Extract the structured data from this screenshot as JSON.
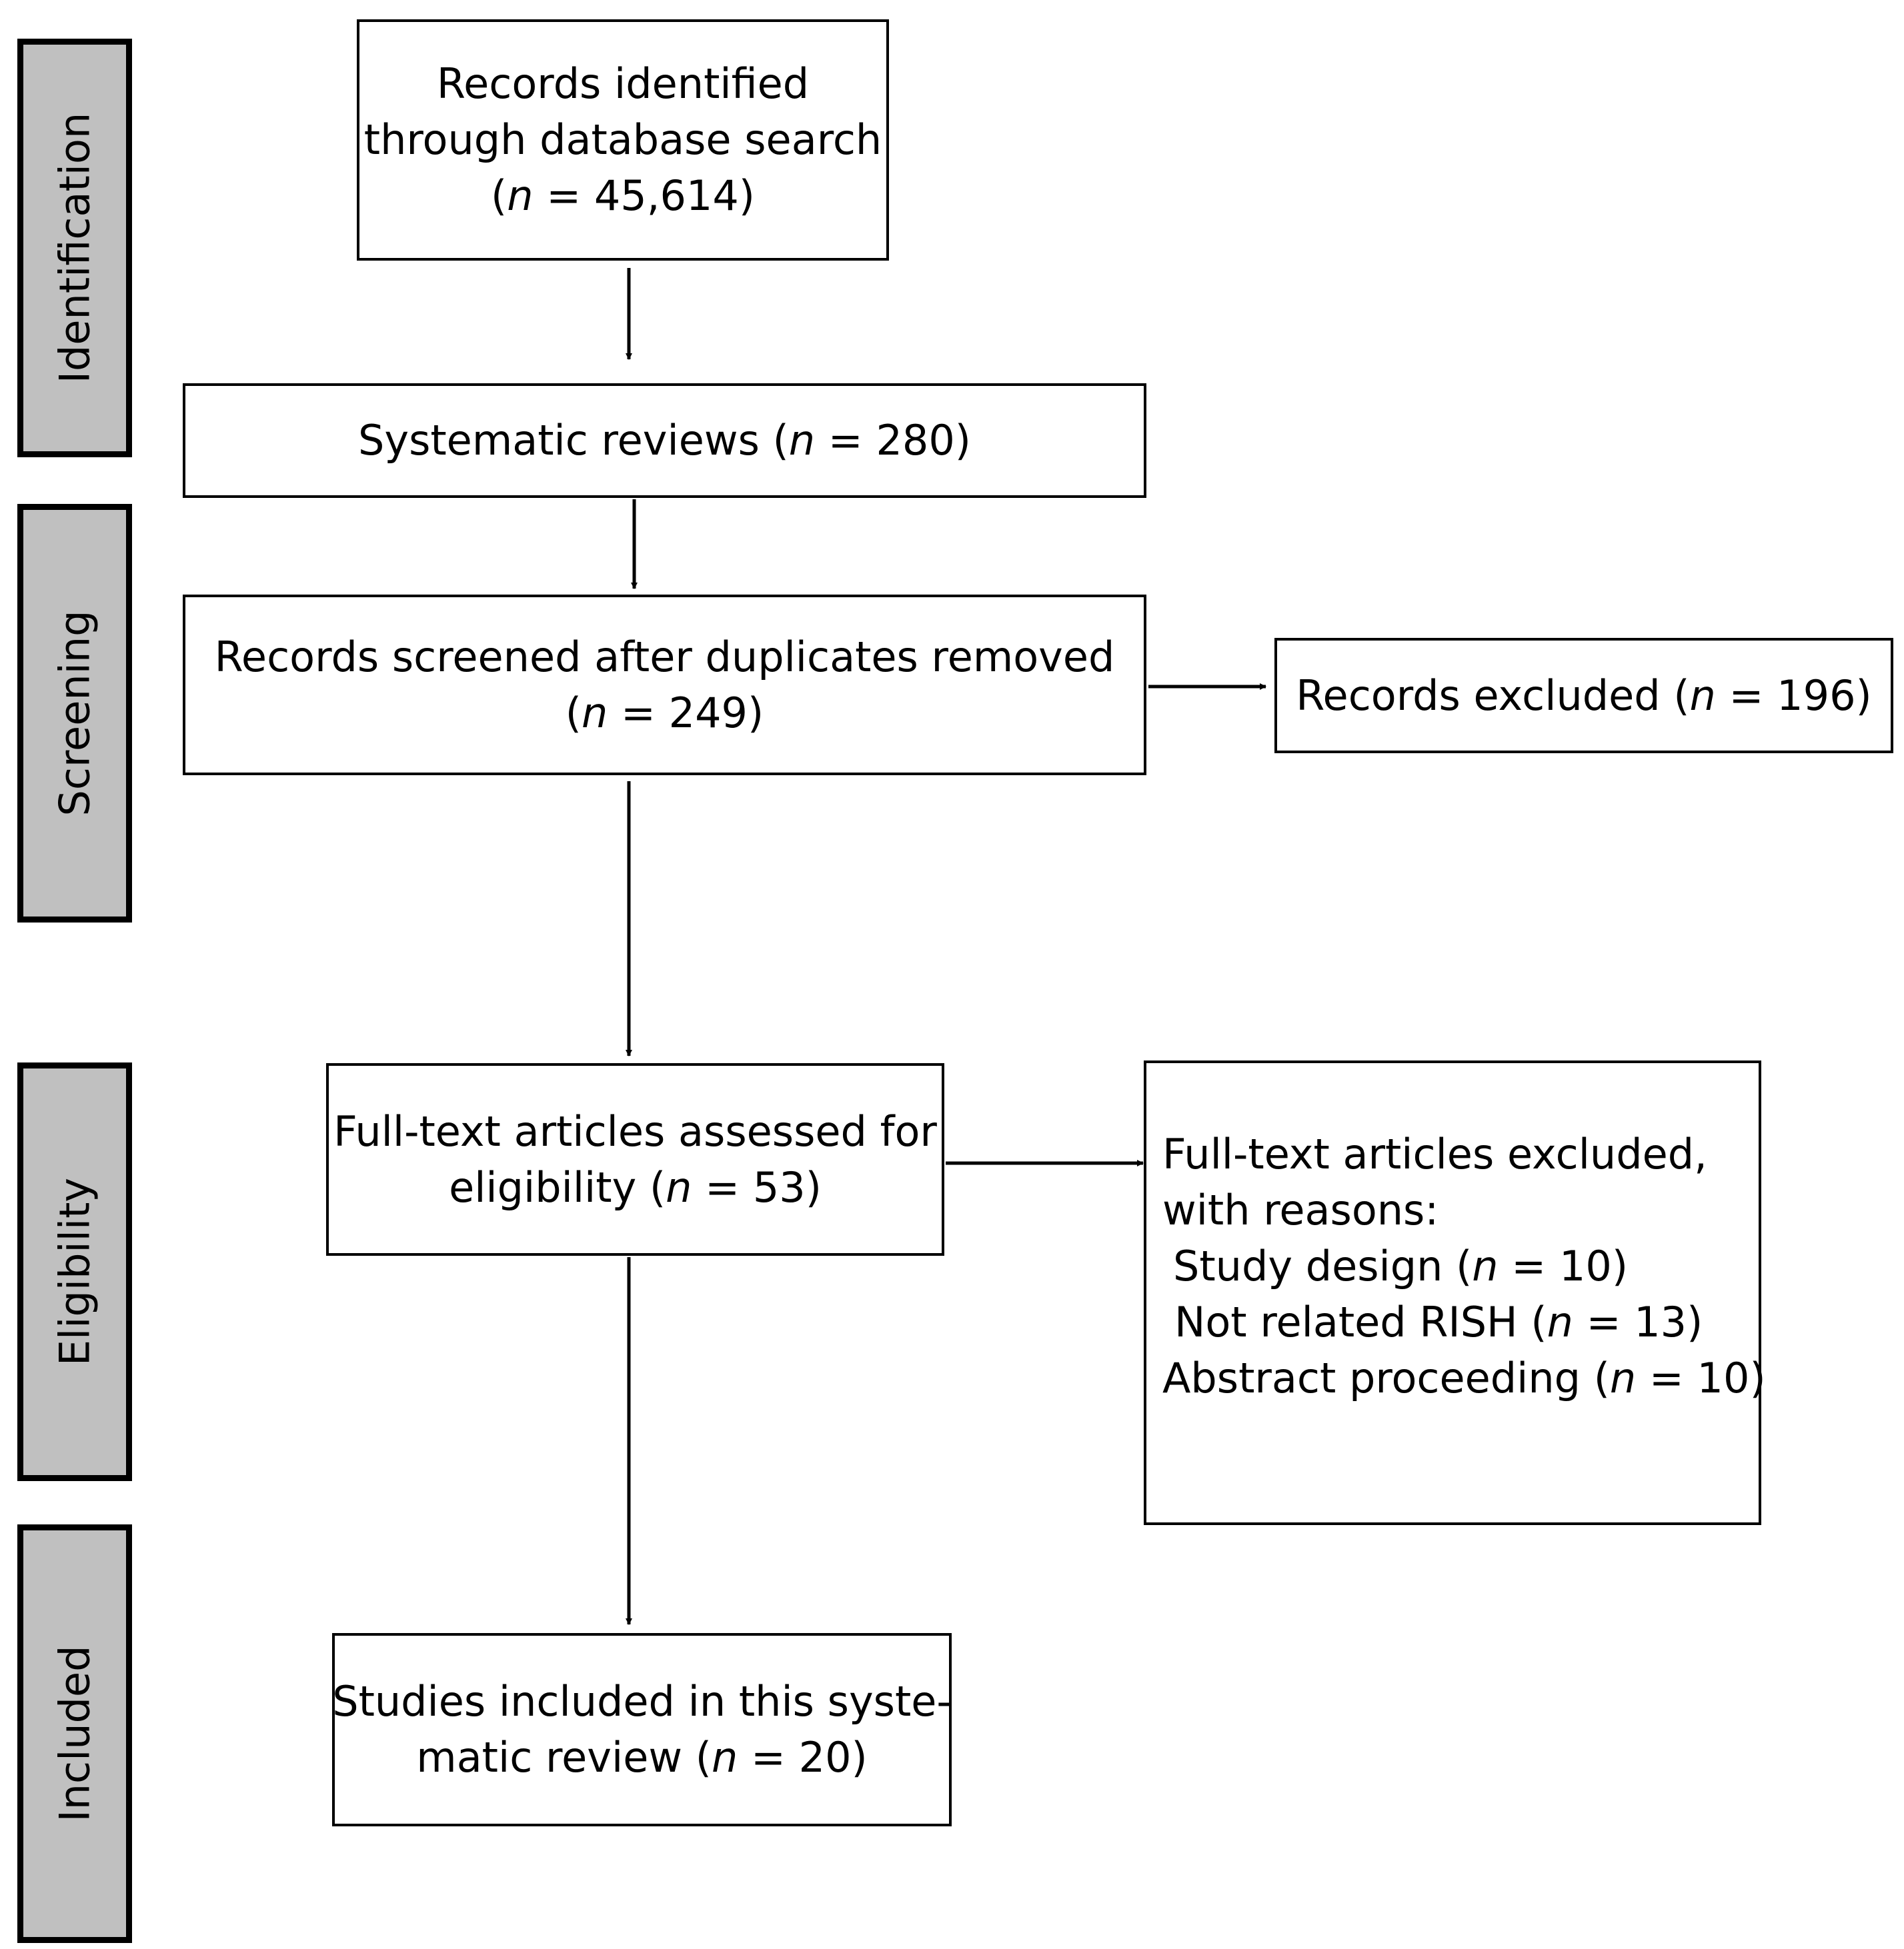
{
  "stages": {
    "identification": "Identification",
    "screening": "Screening",
    "eligibility": "Eligibility",
    "included": "Included"
  },
  "boxes": {
    "records_identified": {
      "lines": [
        "Records identified",
        "through database search"
      ],
      "count_prefix": "(",
      "n": "n",
      "count_suffix": " = 45,614)"
    },
    "systematic_reviews": {
      "prefix": "Systematic reviews (",
      "n": "n",
      "suffix": " = 280)"
    },
    "records_screened": {
      "line1": "Records screened after duplicates removed",
      "count_prefix": "(",
      "n": "n",
      "count_suffix": " = 249)"
    },
    "records_excluded": {
      "prefix": "Records excluded (",
      "n": "n",
      "suffix": " = 196)"
    },
    "fulltext_assessed": {
      "line1": "Full-text articles assessed for",
      "prefix": "eligibility (",
      "n": "n",
      "suffix": " = 53)"
    },
    "fulltext_excluded": {
      "heading_lines": [
        "Full-text articles excluded,",
        "with reasons:"
      ],
      "reasons": [
        {
          "prefix": "Study design (",
          "n": "n",
          "suffix": " = 10)"
        },
        {
          "prefix": "Not related RISH (",
          "n": "n",
          "suffix": " = 13)"
        },
        {
          "prefix": "Abstract proceeding (",
          "n": "n",
          "suffix": " = 10)"
        }
      ]
    },
    "studies_included": {
      "line1": "Studies included in this syste-",
      "prefix": "matic review (",
      "n": "n",
      "suffix": " = 20)"
    }
  }
}
